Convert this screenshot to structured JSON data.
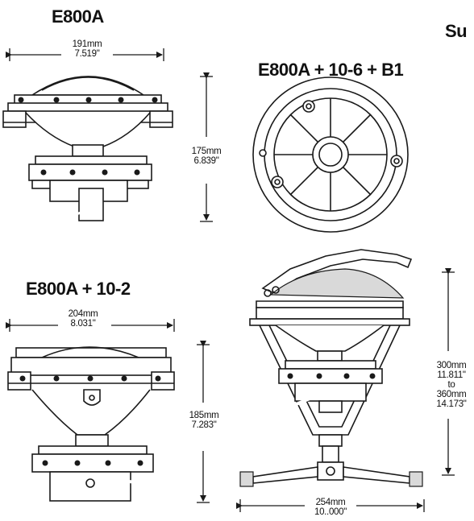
{
  "views": {
    "top_left": {
      "title": "E800A",
      "width_mm": "191mm",
      "width_in": "7.519\"",
      "height_mm": "175mm",
      "height_in": "6.839\""
    },
    "top_right": {
      "title": "E800A + 10-6 + B1",
      "cut_title": "Su"
    },
    "bottom_left": {
      "title": "E800A + 10-2",
      "width_mm": "204mm",
      "width_in": "8.031\"",
      "height_mm": "185mm",
      "height_in": "7.283\""
    },
    "bottom_right": {
      "height_min_mm": "300mm",
      "height_min_in": "11.811\"",
      "height_to": "to",
      "height_max_mm": "360mm",
      "height_max_in": "14.173\"",
      "width_mm": "254mm",
      "width_in": "10..000\""
    }
  }
}
